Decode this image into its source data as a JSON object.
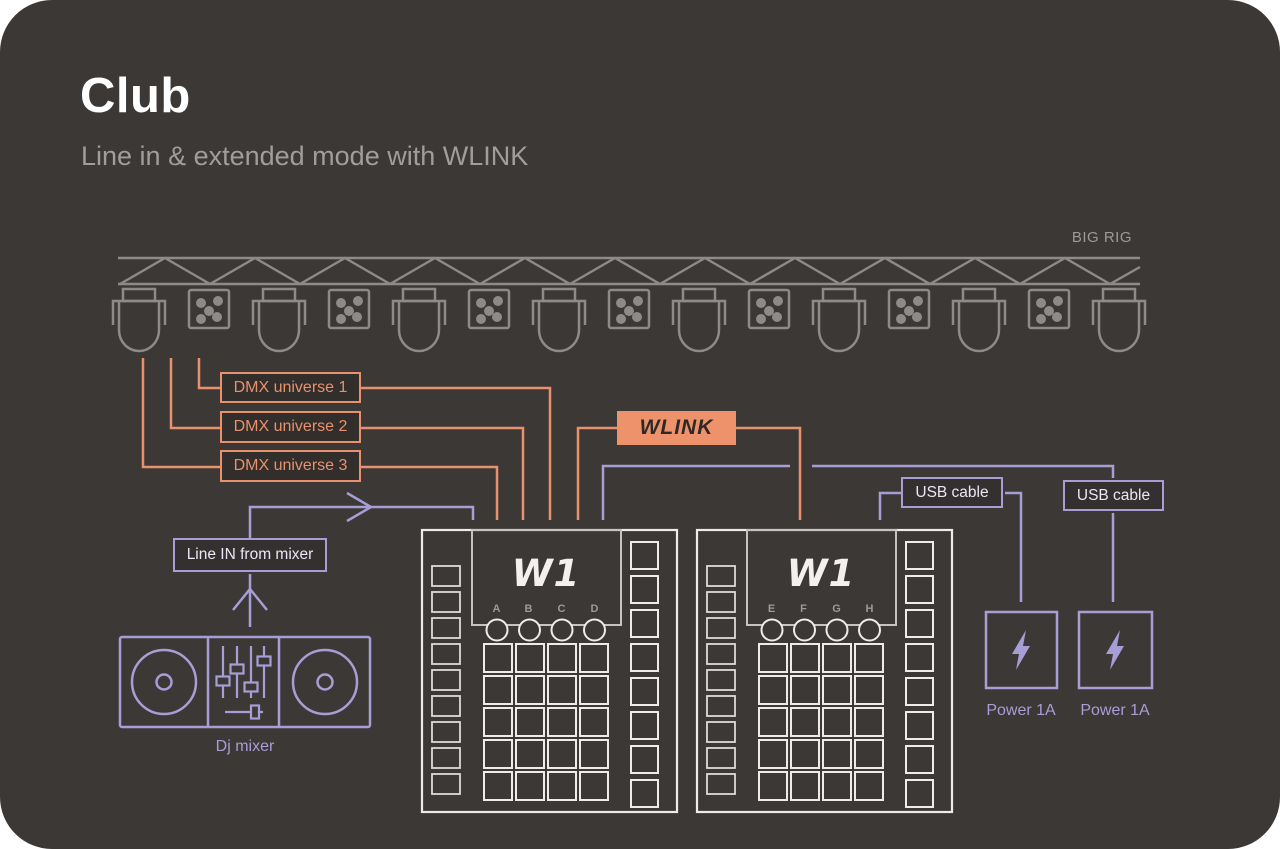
{
  "page": {
    "title": "Club",
    "subtitle": "Line in & extended mode with WLINK"
  },
  "rig": {
    "label": "BIG RIG"
  },
  "connections": {
    "dmx_universes": [
      {
        "label": "DMX universe 1"
      },
      {
        "label": "DMX universe 2"
      },
      {
        "label": "DMX universe 3"
      }
    ],
    "wlink": {
      "label": "WLINK"
    },
    "line_in": {
      "label": "Line IN from mixer"
    },
    "usb": [
      {
        "label": "USB cable"
      },
      {
        "label": "USB cable"
      }
    ]
  },
  "devices": [
    {
      "model": "W1",
      "ports": [
        "A",
        "B",
        "C",
        "D"
      ]
    },
    {
      "model": "W1",
      "ports": [
        "E",
        "F",
        "G",
        "H"
      ]
    }
  ],
  "power_supplies": [
    {
      "label": "Power 1A"
    },
    {
      "label": "Power 1A"
    }
  ],
  "mixer": {
    "label": "Dj mixer"
  },
  "colors": {
    "background": "#3B3836",
    "orange": "#E8916C",
    "purple": "#A79ED6",
    "rig_gray": "#8D8B89",
    "device_stroke": "#EDECEA"
  }
}
